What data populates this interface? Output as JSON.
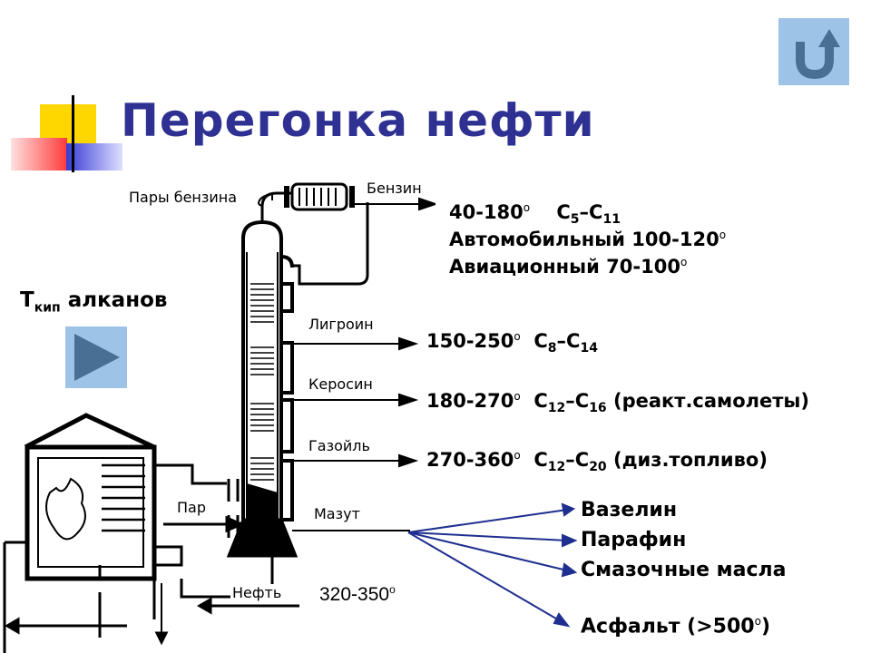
{
  "title": "Перегонка нефти",
  "side_label": {
    "main": "T",
    "sub": "кип",
    "rest": "алканов"
  },
  "diagram_labels": {
    "vapor": "Пары бензина",
    "gasoline": "Бензин",
    "ligroin": "Лигроин",
    "kerosene": "Керосин",
    "gasoil": "Газойль",
    "fueloil": "Мазут",
    "steam": "Пар",
    "oil": "Нефть",
    "oil_temp": "320-350",
    "oil_temp_deg": "o"
  },
  "fractions": [
    {
      "range": "40-180",
      "deg": "o",
      "c_from": "5",
      "c_to": "11",
      "extra": ""
    },
    {
      "range": "150-250",
      "deg": "o",
      "c_from": "8",
      "c_to": "14",
      "extra": ""
    },
    {
      "range": "180-270",
      "deg": "o",
      "c_from": "12",
      "c_to": "16",
      "extra": " (реакт.самолеты)"
    },
    {
      "range": "270-360",
      "deg": "o",
      "c_from": "12",
      "c_to": "20",
      "extra": " (диз.топливо)"
    }
  ],
  "gasoline_types": [
    {
      "label": "Автомобильный 100-120",
      "deg": "o"
    },
    {
      "label": "Авиационный 70-100",
      "deg": "o"
    }
  ],
  "fueloil_products": [
    {
      "label": "Вазелин",
      "deg": ""
    },
    {
      "label": "Парафин",
      "deg": ""
    },
    {
      "label": "Смазочные масла",
      "deg": ""
    },
    {
      "label": "Асфальт (>500",
      "deg": "o",
      "tail": ")"
    }
  ],
  "colors": {
    "title": "#2e3192",
    "button": "#9dc3e6",
    "arrow_blue": "#1f2f8f",
    "deco_yellow": "#ffd700",
    "deco_red": "#ff3b3b",
    "deco_blue": "#3a3ad6"
  },
  "icons": {
    "back": "u-turn-arrow-icon",
    "play": "play-triangle-icon"
  }
}
